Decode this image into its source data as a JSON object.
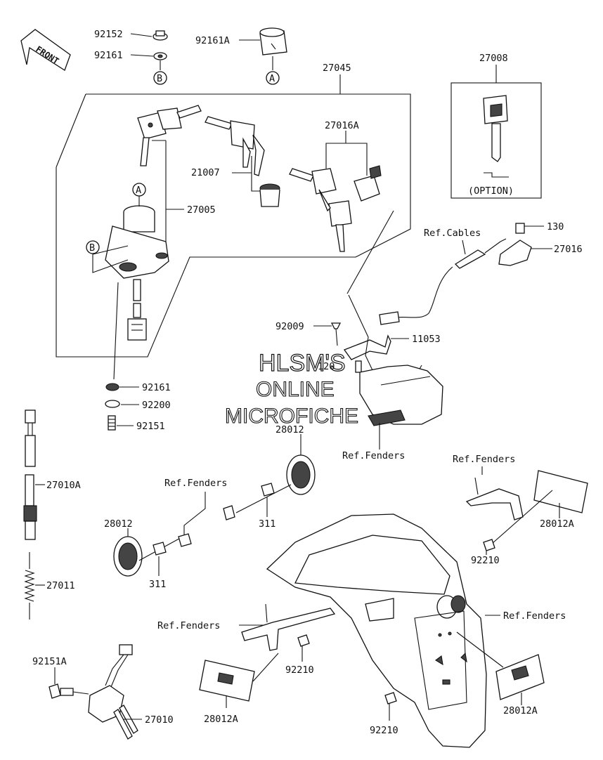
{
  "front_badge": "FRONT",
  "watermark": {
    "line1": "HLSM'S",
    "line2": "ONLINE",
    "line3": "MICROFICHE"
  },
  "callout_letters": {
    "a": "A",
    "b": "B"
  },
  "labels": {
    "p92152": "92152",
    "p92161_top": "92161",
    "p92161A": "92161A",
    "p27045": "27045",
    "p27008": "27008",
    "option": "(OPTION)",
    "p27016A": "27016A",
    "p21007": "21007",
    "p27005": "27005",
    "ref_cables": "Ref.Cables",
    "p130": "130",
    "p27016": "27016",
    "p92009": "92009",
    "p11053": "11053",
    "p120": "120",
    "p92161_mid": "92161",
    "p92200": "92200",
    "p92151": "92151",
    "p28012_top": "28012",
    "ref_fenders_1": "Ref.Fenders",
    "ref_fenders_2": "Ref.Fenders",
    "ref_fenders_3": "Ref.Fenders",
    "ref_fenders_4": "Ref.Fenders",
    "ref_fenders_5": "Ref.Fenders",
    "p27010A": "27010A",
    "p28012_left": "28012",
    "p311_a": "311",
    "p311_b": "311",
    "p27011": "27011",
    "p28012A_right": "28012A",
    "p92210_right": "92210",
    "p92151A": "92151A",
    "p27010": "27010",
    "p92210_mid": "92210",
    "p28012A_left": "28012A",
    "p28012A_bottom": "28012A",
    "p92210_bottom": "92210"
  }
}
